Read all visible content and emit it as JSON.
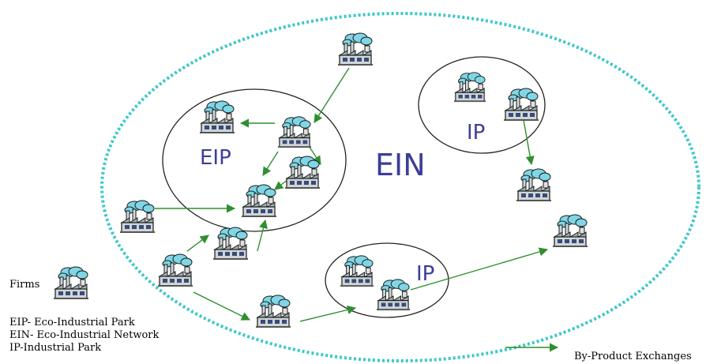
{
  "labels": {
    "ein": "EIN",
    "eip": "EIP",
    "ip_top": "IP",
    "ip_bottom": "IP"
  },
  "legend": {
    "firms": "Firms",
    "eip_def": "EIP- Eco-Industrial Park",
    "ein_def": "EIN- Eco-Industrial Network",
    "ip_def": "IP-Industrial Park",
    "exchanges": "By-Product Exchanges"
  },
  "colors": {
    "ein_border": "#3cc8c8",
    "arrow": "#2f8f2f",
    "region_border": "#222222",
    "label": "#3d3d9a",
    "cloud": "#7fd6e6",
    "factory": "#cfd6d6"
  },
  "icons": [
    "factory-icon",
    "arrow-icon"
  ]
}
